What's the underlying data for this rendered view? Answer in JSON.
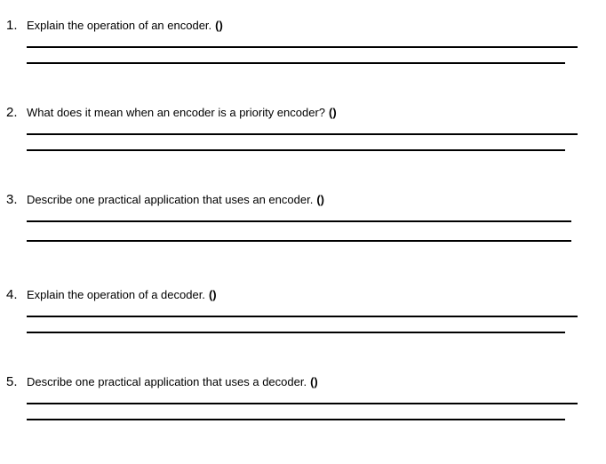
{
  "style": {
    "background": "#ffffff",
    "text_color": "#000000",
    "line_color": "#000000"
  },
  "questions": [
    {
      "number": "1.",
      "text": "Explain the operation of an encoder.",
      "suffix": "()",
      "answer_line_count": 2
    },
    {
      "number": "2.",
      "text": "What does it mean when an encoder is a priority encoder?",
      "suffix": "()",
      "answer_line_count": 2
    },
    {
      "number": "3.",
      "text": "Describe one practical application that uses an encoder.",
      "suffix": "()",
      "answer_line_count": 2
    },
    {
      "number": "4.",
      "text": "Explain the operation of a decoder.",
      "suffix": "()",
      "answer_line_count": 2
    },
    {
      "number": "5.",
      "text": "Describe one practical application that uses a decoder.",
      "suffix": "()",
      "answer_line_count": 2
    }
  ]
}
